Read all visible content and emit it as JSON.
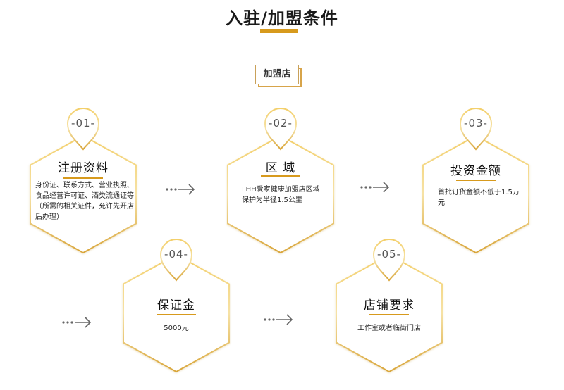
{
  "page": {
    "title": "入驻/加盟条件",
    "badge": "加盟店"
  },
  "colors": {
    "accent": "#d79a1d",
    "gold_light": "#f6d98a",
    "arrow": "#666666"
  },
  "steps": [
    {
      "tag": "-01-",
      "title": "注册资料",
      "desc": "身份证、联系方式、营业执照、食品经营许可证、酒类流通证等（所需的相关证件，允许先开店后办理）"
    },
    {
      "tag": "-02-",
      "title": "区 域",
      "desc": "LHH爱家健康加盟店区域保护为半径1.5公里"
    },
    {
      "tag": "-03-",
      "title": "投资金额",
      "desc": "首批订货金额不低于1.5万元"
    },
    {
      "tag": "-04-",
      "title": "保证金",
      "desc": "5000元"
    },
    {
      "tag": "-05-",
      "title": "店铺要求",
      "desc": "工作室或者临街门店"
    }
  ],
  "connectors": [
    "dots-arrow-icon",
    "dots-arrow-icon",
    "dots-arrow-icon",
    "dots-arrow-icon"
  ]
}
